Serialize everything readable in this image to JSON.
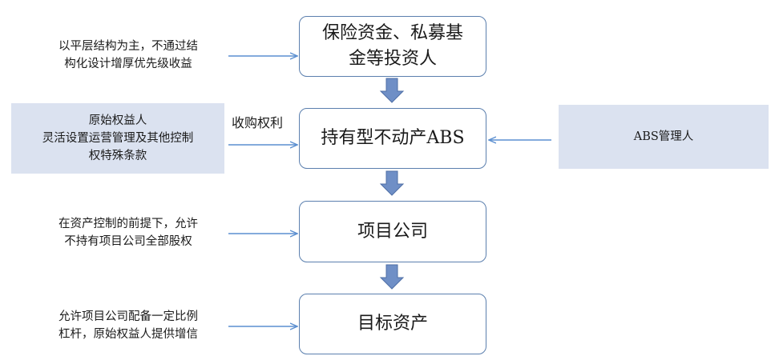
{
  "nodes": {
    "investors": {
      "line1": "保险资金、私募基",
      "line2": "金等投资人"
    },
    "abs": "持有型不动产ABS",
    "project_company": "项目公司",
    "target_asset": "目标资产"
  },
  "notes": {
    "structure": {
      "line1": "以平层结构为主，不通过结",
      "line2": "构化设计增厚优先级收益"
    },
    "original_owner": {
      "line1": "原始权益人",
      "line2": "灵活设置运营管理及其他控制",
      "line3": "权特殊条款"
    },
    "acquisition_right": "收购权利",
    "abs_manager": "ABS管理人",
    "equity_control": {
      "line1": "在资产控制的前提下，允许",
      "line2": "不持有项目公司全部股权"
    },
    "leverage": {
      "line1": "允许项目公司配备一定比例",
      "line2": "杠杆，原始权益人提供增信"
    }
  },
  "colors": {
    "box_border": "#5b7fae",
    "arrow": "#6f8fc6",
    "panel_fill": "#dbe2f0"
  }
}
